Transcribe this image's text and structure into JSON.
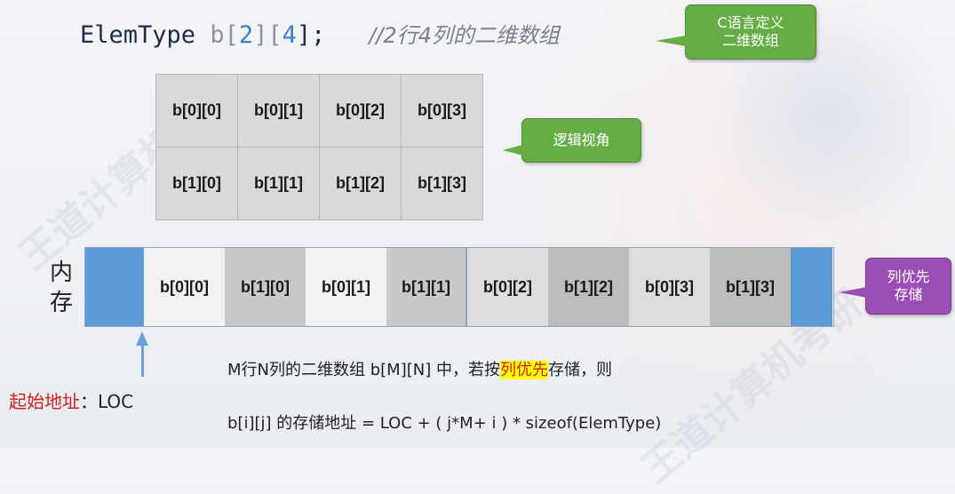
{
  "code": {
    "type_kw": "ElemType",
    "var_name": "b",
    "dims": [
      "[",
      "2",
      "][",
      "4",
      "];"
    ],
    "comment": "//2行4列的二维数组"
  },
  "callouts": {
    "c_def": "C语言定义\n二维数组",
    "logical_view": "逻辑视角",
    "col_major": "列优先\n存储"
  },
  "logical_grid": {
    "rows": [
      [
        "b[0][0]",
        "b[0][1]",
        "b[0][2]",
        "b[0][3]"
      ],
      [
        "b[1][0]",
        "b[1][1]",
        "b[1][2]",
        "b[1][3]"
      ]
    ]
  },
  "memory": {
    "label": "内\n存",
    "cells": [
      "b[0][0]",
      "b[1][0]",
      "b[0][1]",
      "b[1][1]",
      "b[0][2]",
      "b[1][2]",
      "b[0][3]",
      "b[1][3]"
    ],
    "cell_colors": [
      "#f2f2f2",
      "#c9c9c9",
      "#f2f2f2",
      "#c9c9c9",
      "#dddddd",
      "#bdbdbd",
      "#dddddd",
      "#bdbdbd"
    ]
  },
  "address": {
    "start_label": "起始地址",
    "start_value": "：LOC"
  },
  "description": {
    "prefix": "M行N列的二维数组 b[M][N] 中，若按",
    "highlight": "列优先",
    "suffix": "存储，则",
    "formula": "b[i][j] 的存储地址 = LOC + ( j*M+ i ) * sizeof(ElemType)"
  },
  "colors": {
    "memory_end_blue": "#5b9bd5",
    "callout_green": "#67ad46",
    "callout_purple": "#9b4fb4",
    "highlight_yellow": "#ffff00"
  }
}
